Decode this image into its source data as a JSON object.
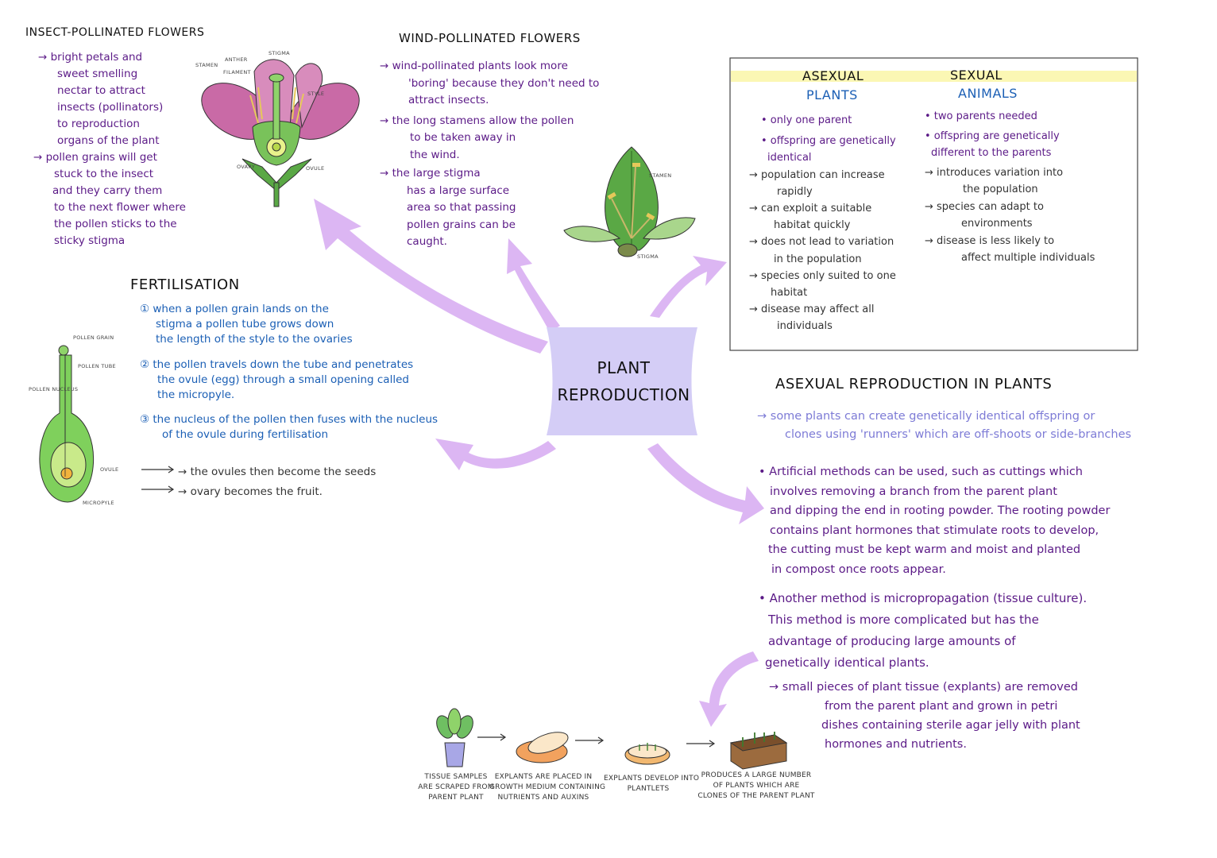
{
  "center": {
    "line1": "PLANT",
    "line2": "REPRODUCTION"
  },
  "insect": {
    "title": "INSECT-POLLINATED FLOWERS",
    "lines": [
      "→ bright petals and",
      "sweet smelling",
      "nectar to attract",
      "insects (pollinators)",
      "to reproduction",
      "organs of the plant",
      "→ pollen grains will get",
      "stuck to the insect",
      "and they carry them",
      "to the next flower where",
      "the pollen sticks to the",
      "sticky stigma"
    ],
    "labels": {
      "stigma": "STIGMA",
      "stamen": "STAMEN",
      "anther": "ANTHER",
      "filament": "FILAMENT",
      "style": "STYLE",
      "ovary": "OVARY",
      "ovule": "OVULE"
    }
  },
  "wind": {
    "title": "WIND-POLLINATED FLOWERS",
    "lines": [
      "→ wind-pollinated plants look more",
      "'boring' because they don't need to",
      "attract insects.",
      "→ the long stamens allow the pollen",
      "to be taken away in",
      "the wind.",
      "→ the large stigma",
      "has a large surface",
      "area so that passing",
      "pollen grains can be",
      "caught."
    ],
    "labels": {
      "stamen": "STAMEN",
      "stigma": "STIGMA"
    }
  },
  "fertilisation": {
    "title": "FERTILISATION",
    "steps": [
      [
        "① when a pollen grain lands on the",
        "stigma a pollen tube grows down",
        "the length of the style to the ovaries"
      ],
      [
        "② the pollen travels down the tube and penetrates",
        "the ovule (egg) through a small opening called",
        "the micropyle."
      ],
      [
        "③ the nucleus of the pollen then fuses with the nucleus",
        "of the ovule during fertilisation"
      ]
    ],
    "outcomes": [
      "→ the ovules then become the seeds",
      "→ ovary becomes the fruit."
    ],
    "labels": {
      "pollen_grain": "POLLEN GRAIN",
      "pollen_tube": "POLLEN TUBE",
      "pollen_nucleus": "POLLEN NUCLEUS",
      "ovule": "OVULE",
      "micropyle": "MICROPYLE"
    }
  },
  "comparison": {
    "asexual": {
      "title": "ASEXUAL",
      "subtitle": "PLANTS",
      "lines": [
        "• only one parent",
        "• offspring are genetically",
        "identical",
        "→ population can increase",
        "rapidly",
        "→ can exploit a suitable",
        "habitat quickly",
        "→ does not lead to variation",
        "in the population",
        "→ species only suited to one",
        "habitat",
        "→ disease may affect all",
        "individuals"
      ]
    },
    "sexual": {
      "title": "SEXUAL",
      "subtitle": "ANIMALS",
      "lines": [
        "• two parents needed",
        "• offspring are genetically",
        "different to the parents",
        "→ introduces variation into",
        "the population",
        "→ species can adapt to",
        "environments",
        "→ disease is less likely to",
        "affect multiple individuals"
      ]
    }
  },
  "asexual_plants": {
    "title": "ASEXUAL REPRODUCTION IN PLANTS",
    "intro": [
      "→ some plants can create genetically identical offspring or",
      "clones using 'runners' which are off-shoots or side-branches"
    ],
    "artificial": [
      "• Artificial methods can be used, such as cuttings which",
      "involves removing a branch from the parent plant",
      "and dipping the end in rooting powder. The rooting powder",
      "contains plant hormones that stimulate roots to develop,",
      "the cutting must be kept warm and moist and planted",
      "in compost once roots appear."
    ],
    "micro": [
      "• Another method is micropropagation (tissue culture).",
      "This method is more complicated but has the",
      "advantage of producing large amounts of",
      "genetically identical plants."
    ],
    "explants": [
      "→ small pieces of plant tissue (explants) are removed",
      "from the parent plant and grown in petri",
      "dishes containing sterile agar jelly with plant",
      "hormones and nutrients."
    ]
  },
  "steps": [
    [
      "TISSUE SAMPLES",
      "ARE SCRAPED FROM",
      "PARENT PLANT"
    ],
    [
      "EXPLANTS ARE PLACED IN",
      "GROWTH MEDIUM CONTAINING",
      "NUTRIENTS AND AUXINS"
    ],
    [
      "EXPLANTS DEVELOP INTO",
      "PLANTLETS"
    ],
    [
      "PRODUCES A LARGE NUMBER",
      "OF PLANTS WHICH ARE",
      "CLONES OF THE PARENT PLANT"
    ]
  ],
  "colors": {
    "arrow": "#dcb6f3",
    "center_box": "#d4cdf6",
    "highlight": "#fbf7b4",
    "purple_text": "#5b1a87",
    "blue_text": "#1b5fb5"
  }
}
